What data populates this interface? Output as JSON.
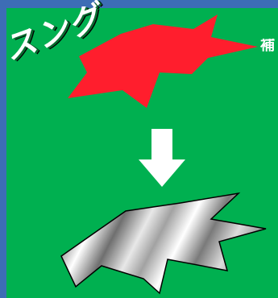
{
  "slide": {
    "background_color": "#00b050",
    "frame_color": "#3d6db5"
  },
  "text": {
    "katakana_fragment": "スング",
    "side_fragment": "補"
  },
  "shapes": {
    "top_burst_color": "#ff1e2d",
    "arrow_color": "#ffffff",
    "metal_burst_style": "chrome gradient"
  },
  "icons": {
    "arrow": "down-arrow-icon"
  }
}
